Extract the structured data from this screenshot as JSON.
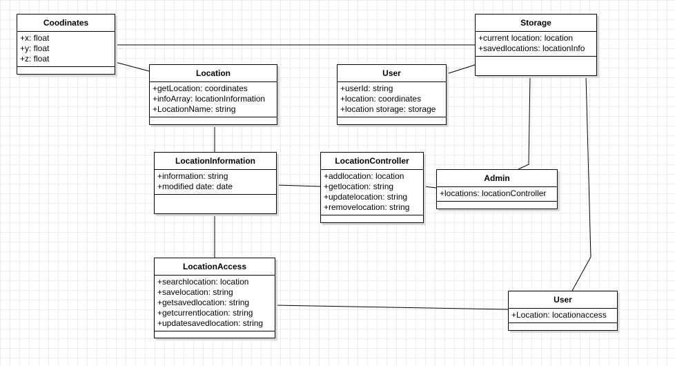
{
  "classes": {
    "coodinates": {
      "name": "Coodinates",
      "attrs": [
        "+x: float",
        "+y: float",
        "+z: float"
      ]
    },
    "storage": {
      "name": "Storage",
      "attrs": [
        "+current location: location",
        "+savedlocations: locationInfo"
      ]
    },
    "location": {
      "name": "Location",
      "attrs": [
        "+getLocation: coordinates",
        "+infoArray: locationInformation",
        "+LocationName: string"
      ]
    },
    "user_top": {
      "name": "User",
      "attrs": [
        "+userId: string",
        "+location: coordinates",
        "+location storage: storage"
      ]
    },
    "location_information": {
      "name": "LocationInformation",
      "attrs": [
        "+information: string",
        "+modified date: date"
      ]
    },
    "location_controller": {
      "name": "LocationController",
      "attrs": [
        "+addlocation: location",
        "+getlocation: string",
        "+updatelocation: string",
        "+removelocation: string"
      ]
    },
    "admin": {
      "name": "Admin",
      "attrs": [
        "+locations: locationController"
      ]
    },
    "location_access": {
      "name": "LocationAccess",
      "attrs": [
        "+searchlocation: location",
        "+savelocation: string",
        "+getsavedlocation: string",
        "+getcurrentlocation: string",
        "+updatesavedlocation: string"
      ]
    },
    "user_bottom": {
      "name": "User",
      "attrs": [
        "+Location: locationaccess"
      ]
    }
  },
  "relations": [
    {
      "id": "coodinates-storage",
      "type": "composition"
    },
    {
      "id": "coodinates-location",
      "type": "composition"
    },
    {
      "id": "user-storage",
      "type": "composition"
    },
    {
      "id": "location-locationinformation",
      "type": "aggregation"
    },
    {
      "id": "locationcontroller-locationinformation",
      "type": "generalization"
    },
    {
      "id": "admin-locationcontroller",
      "type": "composition"
    },
    {
      "id": "admin-storage",
      "type": "generalization"
    },
    {
      "id": "user-bottom-storage",
      "type": "generalization"
    },
    {
      "id": "locationaccess-locationinformation",
      "type": "generalization"
    },
    {
      "id": "user-bottom-locationaccess",
      "type": "composition"
    }
  ]
}
